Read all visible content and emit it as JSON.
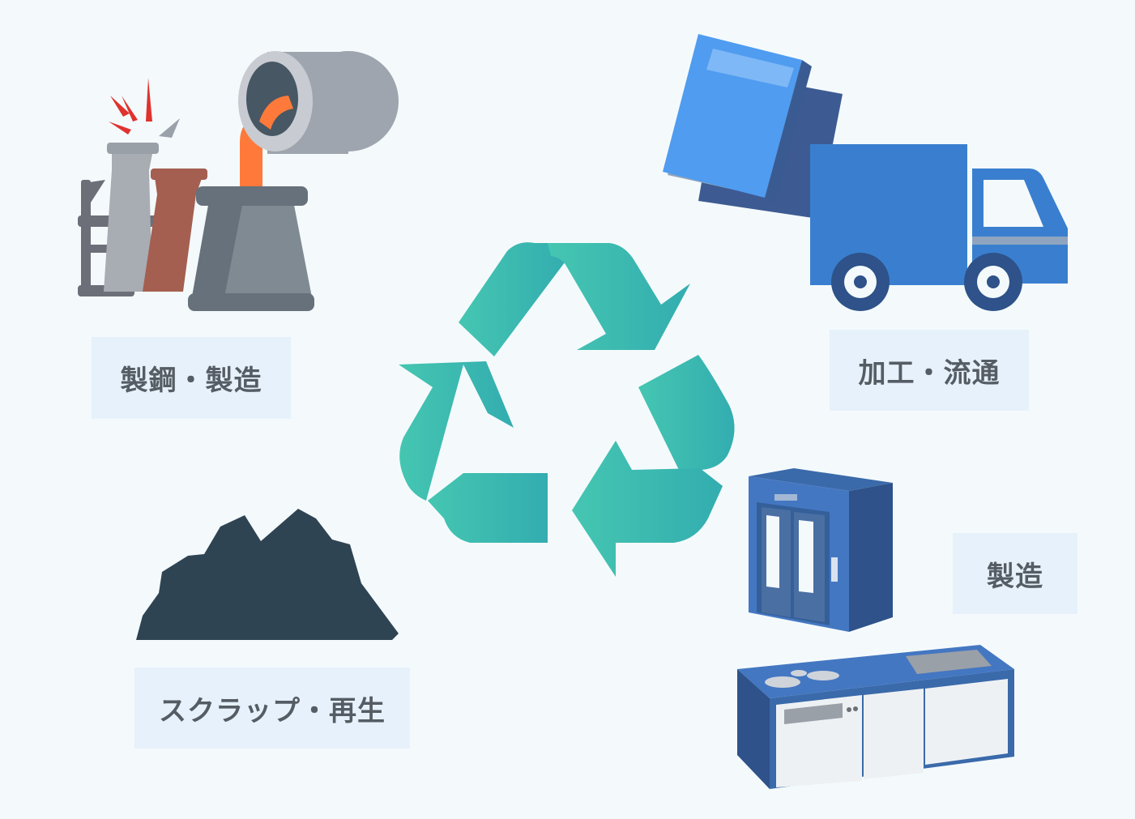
{
  "labels": {
    "steelmaking": "製鋼・製造",
    "processing_distribution": "加工・流通",
    "manufacturing": "製造",
    "scrap_recycling": "スクラップ・再生"
  },
  "colors": {
    "background": "#f4fafc",
    "label_bg": "#e6f1fb",
    "label_text": "#555c63",
    "recycle_start": "#43c4b0",
    "recycle_end": "#34aeb0",
    "blue_dark": "#2e5289",
    "blue_mid": "#3a7fcf",
    "blue_light": "#4f9cf0",
    "molten": "#ff7a3a",
    "rust": "#a45f50",
    "scrap": "#2f4453"
  },
  "icons": [
    "factory-icon",
    "truck-icon",
    "steel-sheet-icon",
    "elevator-icon",
    "kitchen-counter-icon",
    "scrap-pile-icon",
    "recycle-icon"
  ]
}
